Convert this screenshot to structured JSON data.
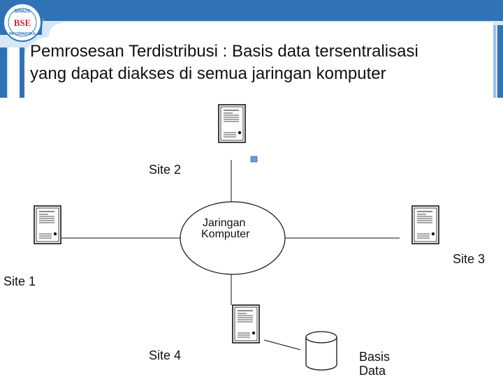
{
  "logo": {
    "text_top": "BINUS",
    "text_mono": "BSE",
    "text_bottom": "INFORMATIKA"
  },
  "slide": {
    "title_line1": "Pemrosesan Terdistribusi : Basis data tersentralisasi",
    "title_line2": "yang dapat diakses di semua jaringan komputer"
  },
  "diagram": {
    "network_label_line1": "Jaringan",
    "network_label_line2": "Komputer",
    "sites": [
      {
        "label": "Site 1"
      },
      {
        "label": "Site 2"
      },
      {
        "label": "Site 3"
      },
      {
        "label": "Site 4"
      }
    ],
    "database_label_line1": "Basis",
    "database_label_line2": "Data"
  },
  "colors": {
    "header_blue": "#2f73b5",
    "header_light_blue": "#d6e6f4",
    "marker_blue": "#6a9ad4"
  }
}
